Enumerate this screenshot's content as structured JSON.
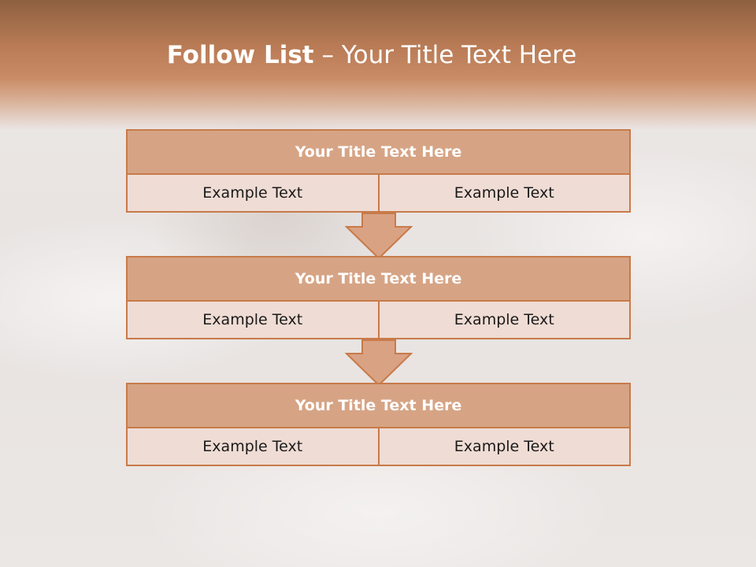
{
  "slide": {
    "title_bold": "Follow List",
    "title_rest": " – Your Title Text Here"
  },
  "steps": [
    {
      "title": "Your Title Text Here",
      "left": "Example Text",
      "right": "Example Text"
    },
    {
      "title": "Your Title Text Here",
      "left": "Example Text",
      "right": "Example Text"
    },
    {
      "title": "Your Title Text Here",
      "left": "Example Text",
      "right": "Example Text"
    }
  ],
  "colors": {
    "banner": "#c98b65",
    "header_fill": "#d6a485",
    "cell_fill": "#efdcd4",
    "border": "#c87a4a",
    "arrow_fill": "#d9a283"
  }
}
